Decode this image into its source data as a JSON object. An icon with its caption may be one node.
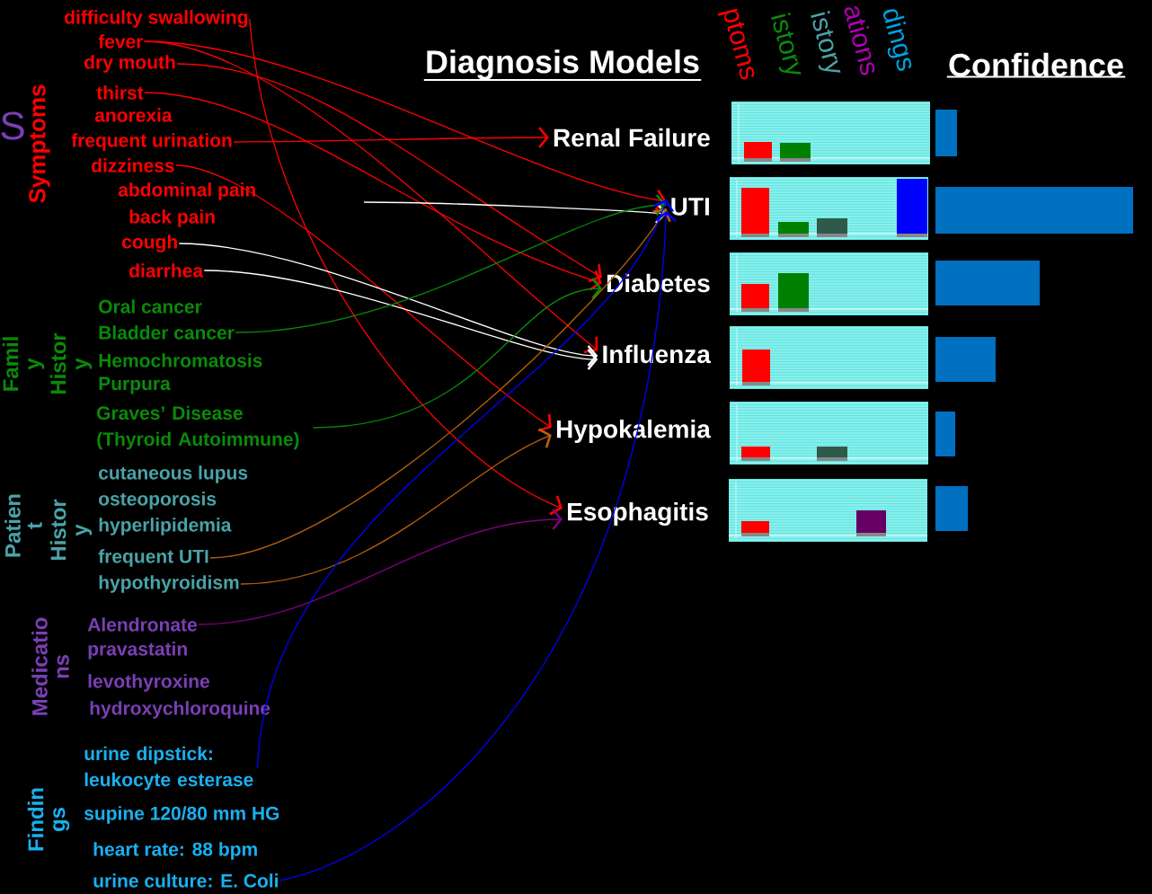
{
  "diagram": {
    "nodes": [
      {
        "text": [
          "difficulty swallowing"
        ]
      },
      {
        "text": [
          "fever"
        ]
      },
      {
        "text": [
          "dry mouth"
        ]
      },
      {
        "text": [
          "thirst"
        ]
      },
      {
        "text": [
          "anorexia"
        ]
      },
      {
        "text": [
          "frequent urination"
        ]
      },
      {
        "text": [
          "dizziness"
        ]
      },
      {
        "text": [
          "abdominal pain"
        ]
      },
      {
        "text": [
          "back pain"
        ]
      },
      {
        "text": [
          "cough"
        ]
      },
      {
        "text": [
          "diarrhea"
        ]
      },
      {
        "text": [
          "Oral cancer"
        ]
      },
      {
        "text": [
          "Bladder cancer"
        ]
      },
      {
        "text": [
          "Hemochromatosis"
        ]
      },
      {
        "text": [
          "Purpura"
        ]
      },
      {
        "text": [
          "Graves’ Disease (Thyroid Autoimmune)"
        ]
      },
      {
        "text": [
          "cutaneous lupus"
        ]
      },
      {
        "text": [
          "osteoporosis"
        ]
      },
      {
        "text": [
          "hyperlipidemia"
        ]
      },
      {
        "text": [
          "frequent UTI"
        ]
      },
      {
        "text": [
          "hypothyroidism"
        ]
      },
      {
        "text": [
          "Alendronate"
        ]
      },
      {
        "text": [
          "pravastatin"
        ]
      },
      {
        "text": [
          "levothyroxine"
        ]
      },
      {
        "text": [
          "hydroxychloroquine"
        ]
      },
      {
        "text": [
          "urine dipstick: leukocyte esterase"
        ]
      },
      {
        "text": [
          "supine 120/80 mm HG"
        ]
      },
      {
        "text": [
          "heart rate: 88 bpm"
        ]
      },
      {
        "text": [
          "urine culture: E. Coli"
        ]
      },
      {
        "text": [
          "Renal Failure"
        ]
      },
      {
        "text": [
          "UTI"
        ]
      },
      {
        "text": [
          "Diabetes"
        ]
      },
      {
        "text": [
          "Influenza"
        ]
      },
      {
        "text": [
          "Hypokalemia"
        ]
      },
      {
        "text": [
          "Esophagitis"
        ]
      }
    ],
    "edges": [
      {
        "from": 5,
        "to": 29,
        "arrow": "to"
      },
      {
        "from": 1,
        "to": 30,
        "arrow": "to"
      },
      {
        "from": 1,
        "to": 32,
        "arrow": "to"
      },
      {
        "from": 2,
        "to": 31,
        "arrow": "to"
      },
      {
        "from": 3,
        "to": 31,
        "arrow": "to"
      },
      {
        "from": 6,
        "to": 33,
        "arrow": "to"
      },
      {
        "from": 0,
        "to": 34,
        "arrow": "to"
      },
      {
        "from": null,
        "to": 30,
        "arrow": "to",
        "color": "#ffffff"
      },
      {
        "from": 9,
        "to": 32,
        "arrow": "to",
        "color": "#ffffff"
      },
      {
        "from": 10,
        "to": 32,
        "arrow": "to",
        "color": "#ffffff"
      },
      {
        "from": 12,
        "to": 30,
        "arrow": "to",
        "color": "#0a8a0a"
      },
      {
        "from": 15,
        "to": 31,
        "arrow": "to",
        "color": "#0a8a0a"
      },
      {
        "from": 19,
        "to": 30,
        "arrow": "to",
        "color": "#b8600f"
      },
      {
        "from": 20,
        "to": 33,
        "arrow": "to",
        "color": "#b8600f"
      },
      {
        "from": 21,
        "to": 34,
        "arrow": "to",
        "color": "#800080"
      },
      {
        "from": 25,
        "to": 30,
        "arrow": "to",
        "color": "#0000ff"
      },
      {
        "from": 28,
        "to": 30,
        "arrow": "to",
        "color": "#0000ff"
      }
    ],
    "labels": [
      "Diagnosis Models",
      "ptoms",
      "istory",
      "istory",
      "ations",
      "dings",
      "Confidence",
      "S",
      "Symptoms",
      "Famil y",
      "Histor y",
      "Patien t",
      "Histor y",
      "Medicatio ns",
      "Findin gs"
    ]
  }
}
